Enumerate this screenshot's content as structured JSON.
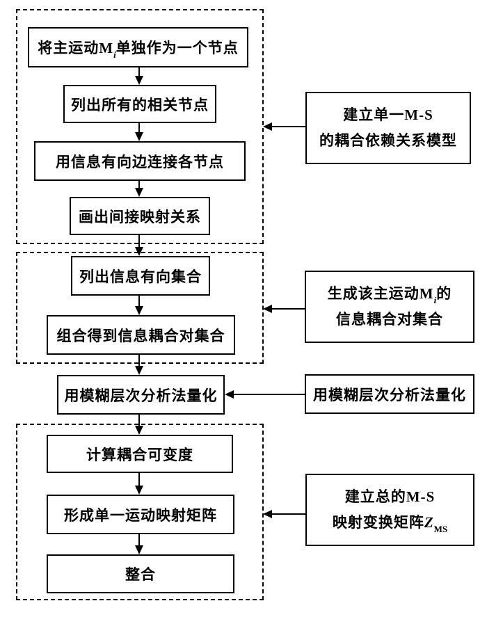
{
  "page": {
    "background": "#ffffff",
    "ink": "#000000"
  },
  "flow": {
    "steps": [
      {
        "pre": "将主运动M",
        "sub": "i",
        "post": "单独作为一个节点"
      },
      {
        "text": "列出所有的相关节点"
      },
      {
        "text": "用信息有向边连接各节点"
      },
      {
        "text": "画出间接映射关系"
      },
      {
        "text": "列出信息有向集合"
      },
      {
        "text": "组合得到信息耦合对集合"
      },
      {
        "text": "用模糊层次分析法量化"
      },
      {
        "text": "计算耦合可变度"
      },
      {
        "text": "形成单一运动映射矩阵"
      },
      {
        "text": "整合"
      }
    ],
    "annotations": [
      {
        "line1": "建立单一M-S",
        "line2": "的耦合依赖关系模型"
      },
      {
        "line1_pre": "生成该主运动M",
        "line1_sub": "i",
        "line1_post": "的",
        "line2": "信息耦合对集合"
      },
      {
        "line1": "用模糊层次分析法量化"
      },
      {
        "line1": "建立总的M-S",
        "line2_pre": "映射变换矩阵",
        "line2_var": "Z",
        "line2_sub": "MS"
      }
    ]
  }
}
